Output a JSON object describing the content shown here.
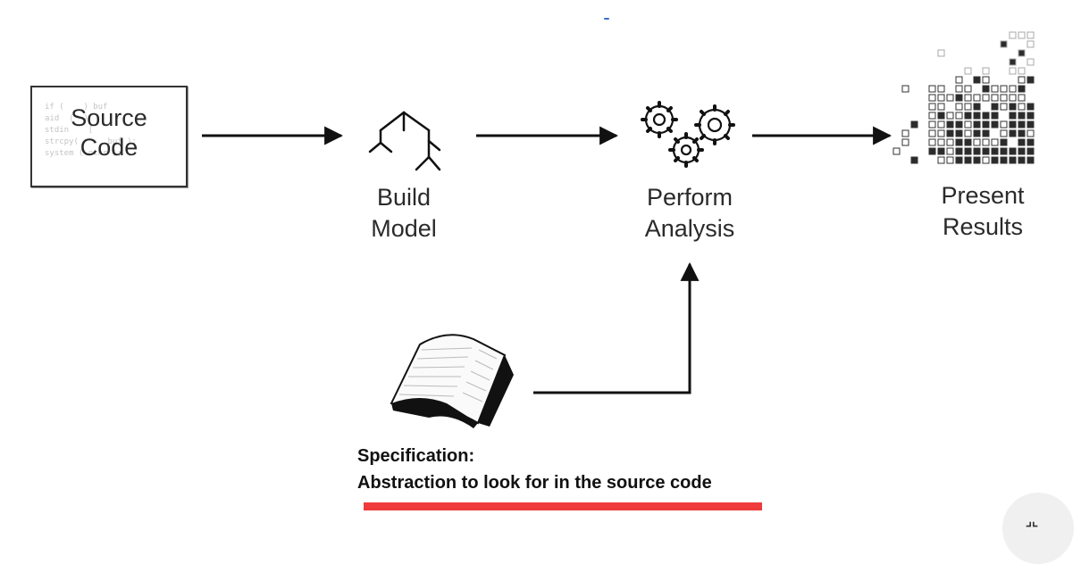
{
  "source": {
    "title_line1": "Source",
    "title_line2": "Code",
    "faint_code": [
      "if (    ) buf",
      "aid  (  )",
      "stdin    [",
      "strcpy(      buf );",
      "system ( othr );"
    ]
  },
  "steps": [
    {
      "line1": "Build",
      "line2": "Model",
      "icon": "tree-icon"
    },
    {
      "line1": "Perform",
      "line2": "Analysis",
      "icon": "gears-icon"
    },
    {
      "line1": "Present",
      "line2": "Results",
      "icon": "pixel-grid-icon"
    }
  ],
  "specification": {
    "icon": "open-book-icon",
    "line1": "Specification:",
    "line2": "Abstraction to look for in the source code"
  },
  "colors": {
    "underline": "#ef3b3b",
    "stroke": "#111111"
  }
}
